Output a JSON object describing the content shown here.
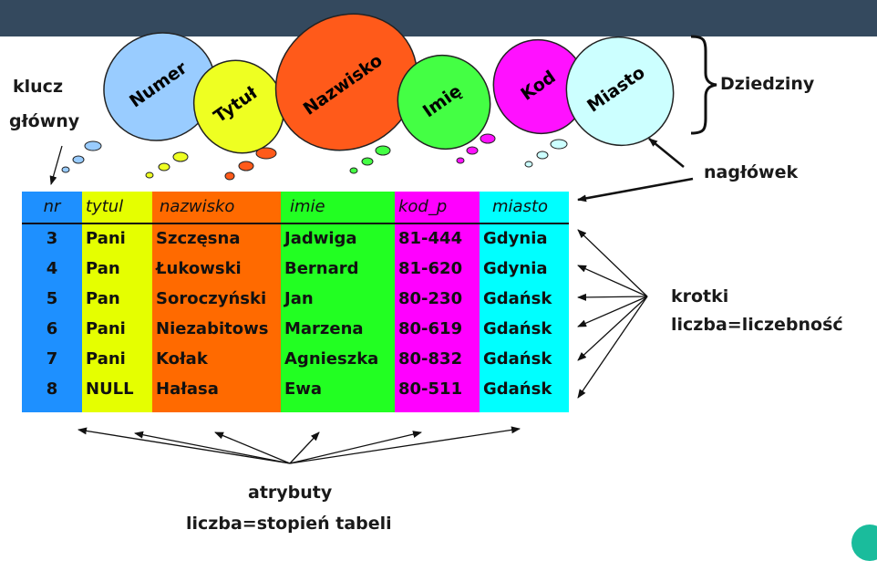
{
  "labels": {
    "klucz": "klucz",
    "glowny": "główny",
    "dziedziny": "Dziedziny",
    "naglowek": "nagłówek",
    "krotki": "krotki",
    "liczebnosc": "liczba=liczebność",
    "atrybuty": "atrybuty",
    "stopien": "liczba=stopień tabeli"
  },
  "clouds": [
    "Numer",
    "Tytuł",
    "Nazwisko",
    "Imię",
    "Kod",
    "Miasto"
  ],
  "table": {
    "headers": [
      "nr",
      "tytul",
      "nazwisko",
      "imie",
      "kod_p",
      "miasto"
    ],
    "rows": [
      [
        "3",
        "Pani",
        "Szczęsna",
        "Jadwiga",
        "81-444",
        "Gdynia"
      ],
      [
        "4",
        "Pan",
        "Łukowski",
        "Bernard",
        "81-620",
        "Gdynia"
      ],
      [
        "5",
        "Pan",
        "Soroczyński",
        "Jan",
        "80-230",
        "Gdańsk"
      ],
      [
        "6",
        "Pani",
        "Niezabitows",
        "Marzena",
        "80-619",
        "Gdańsk"
      ],
      [
        "7",
        "Pani",
        "Kołak",
        "Agnieszka",
        "80-832",
        "Gdańsk"
      ],
      [
        "8",
        "NULL",
        "Hałasa",
        "Ewa",
        "80-511",
        "Gdańsk"
      ]
    ]
  },
  "colors": {
    "topbar": "#34495e",
    "nr": "#1e90ff",
    "tytul": "#e5ff00",
    "nazwisko": "#ff6a00",
    "imie": "#22ff22",
    "kod": "#ff00ff",
    "miasto": "#00ffff",
    "cloud_numer": "#99ccff",
    "cloud_tytul": "#eeff22",
    "cloud_nazwisko": "#ff5a1a",
    "cloud_imie": "#44ff44",
    "cloud_kod": "#ff11ff",
    "cloud_miasto": "#ccffff"
  }
}
